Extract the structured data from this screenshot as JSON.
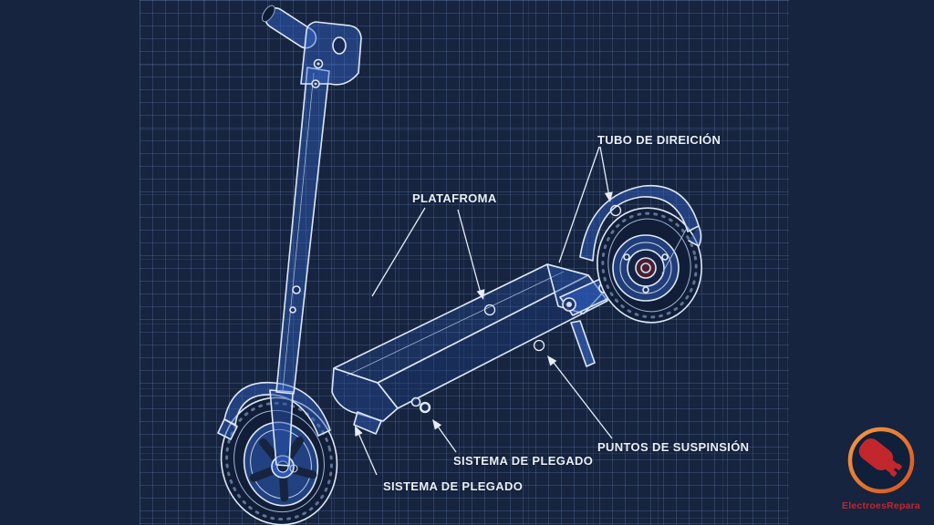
{
  "page": {
    "background_color": "#16243f",
    "grid_color": "#32425f",
    "style": "blueprint technical diagram of an electric kick scooter"
  },
  "diagram": {
    "labels": {
      "steering_tube": "TUBO DE DIREICIÓN",
      "platform": "PLATAFROMA",
      "folding_system_upper": "SISTEMA DE PLEGADO",
      "folding_system_lower": "SISTEMA DE PLEGADO",
      "suspension_points": "PUNTOS DE SUSPINSIÓN"
    },
    "colors": {
      "line": "#e2ecfa",
      "fill_blue": "#3a66c4",
      "leader_line": "#e6edf8"
    }
  },
  "logo": {
    "text": "ElectroesRepara",
    "ring_color": "#e07b2a",
    "glyph": "ev-charging-plug-icon",
    "glyph_color": "#c1272d",
    "text_color": "#c1272d"
  }
}
